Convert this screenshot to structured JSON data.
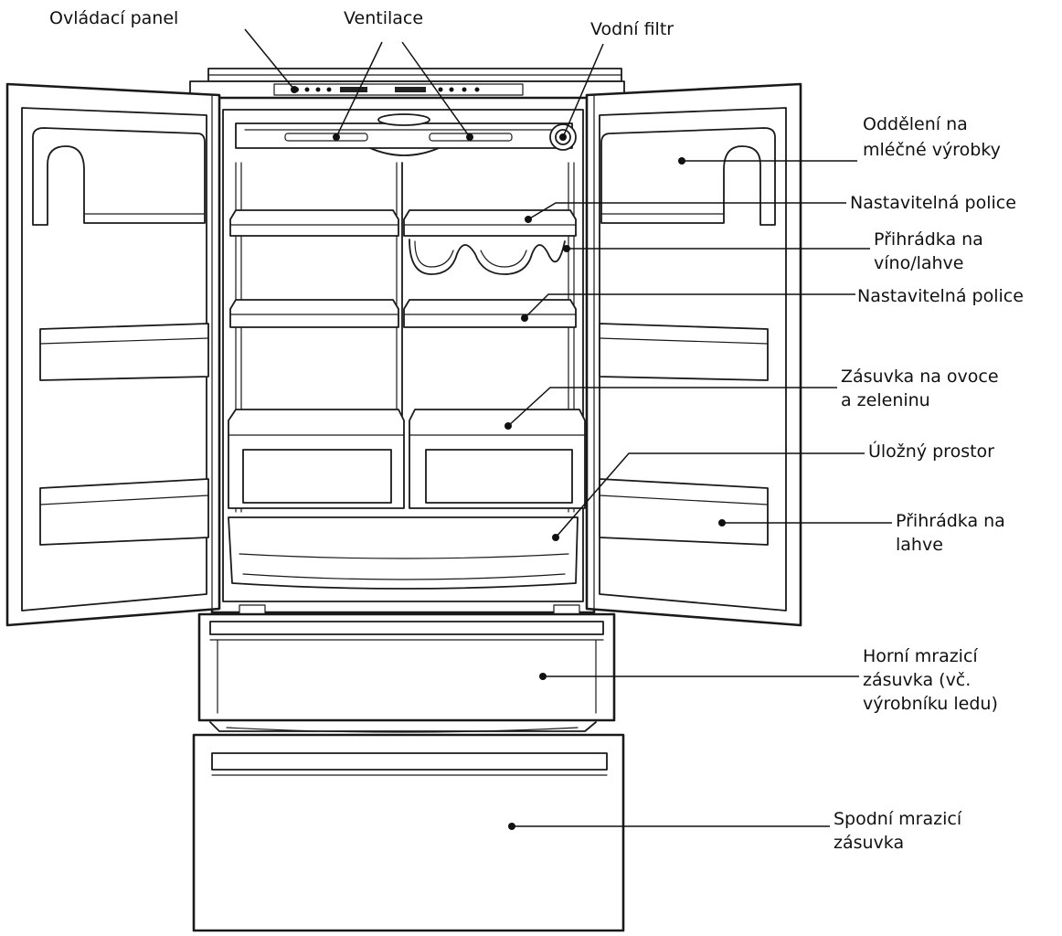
{
  "labels": {
    "control_panel": "Ovládací panel",
    "vents": "Ventilace",
    "water_filter": "Vodní filtr",
    "dairy_1": "Oddělení na",
    "dairy_2": "mléčné výrobky",
    "adj_shelf_top": "Nastavitelná police",
    "wine_1": "Přihrádka na",
    "wine_2": "víno/lahve",
    "adj_shelf_mid": "Nastavitelná police",
    "crisper_1": "Zásuvka na ovoce",
    "crisper_2": "a zeleninu",
    "storage": "Úložný prostor",
    "bottle_1": "Přihrádka na",
    "bottle_2": "lahve",
    "upper_freezer_1": "Horní mrazicí",
    "upper_freezer_2": "zásuvka (vč.",
    "upper_freezer_3": "výrobníku ledu)",
    "lower_freezer_1": "Spodní mrazicí",
    "lower_freezer_2": "zásuvka"
  }
}
